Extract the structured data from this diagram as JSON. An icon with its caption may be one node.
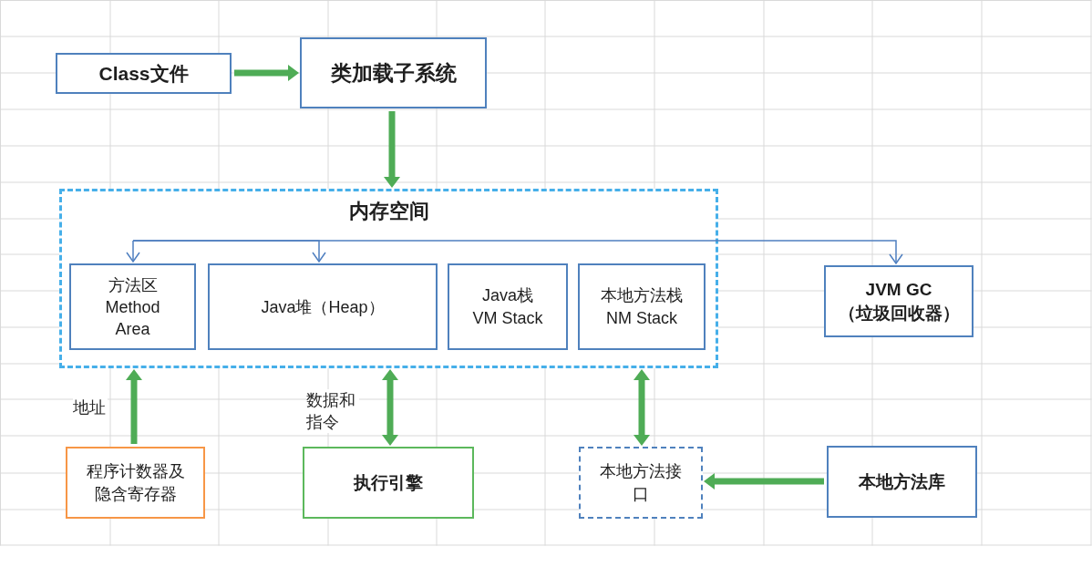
{
  "diagram": {
    "nodes": [
      {
        "text": [
          "Class文件"
        ]
      },
      {
        "text": [
          "类加载子系统"
        ]
      },
      {
        "text": [
          "内存空间"
        ]
      },
      {
        "text": [
          "方法区",
          "Method Area"
        ],
        "in": 2
      },
      {
        "text": [
          "Java堆（Heap）"
        ],
        "in": 2
      },
      {
        "text": [
          "Java栈",
          "VM Stack"
        ],
        "in": 2
      },
      {
        "text": [
          "本地方法栈",
          "NM Stack"
        ],
        "in": 2
      },
      {
        "text": [
          "JVM GC",
          "（垃圾回收器）"
        ]
      },
      {
        "text": [
          "程序计数器及隐含寄存器"
        ]
      },
      {
        "text": [
          "执行引擎"
        ]
      },
      {
        "text": [
          "本地方法接口"
        ]
      },
      {
        "text": [
          "本地方法库"
        ]
      }
    ],
    "edges": [
      {
        "from": 0,
        "to": 1,
        "arrow": "to"
      },
      {
        "from": 1,
        "to": 2,
        "arrow": "to"
      },
      {
        "from": null,
        "to": 3,
        "arrow": "to",
        "color": "#4f7fc0"
      },
      {
        "from": null,
        "to": 4,
        "arrow": "to",
        "color": "#4f7fc0"
      },
      {
        "from": null,
        "to": 7,
        "arrow": "to",
        "color": "#4f7fc0"
      },
      {
        "from": 8,
        "to": 2,
        "arrow": "to",
        "label": "地址"
      },
      {
        "from": 2,
        "to": 9,
        "arrow": "both",
        "label": "数据和指令"
      },
      {
        "from": 2,
        "to": 10,
        "arrow": "both"
      },
      {
        "from": 11,
        "to": 10,
        "arrow": "to"
      }
    ]
  }
}
